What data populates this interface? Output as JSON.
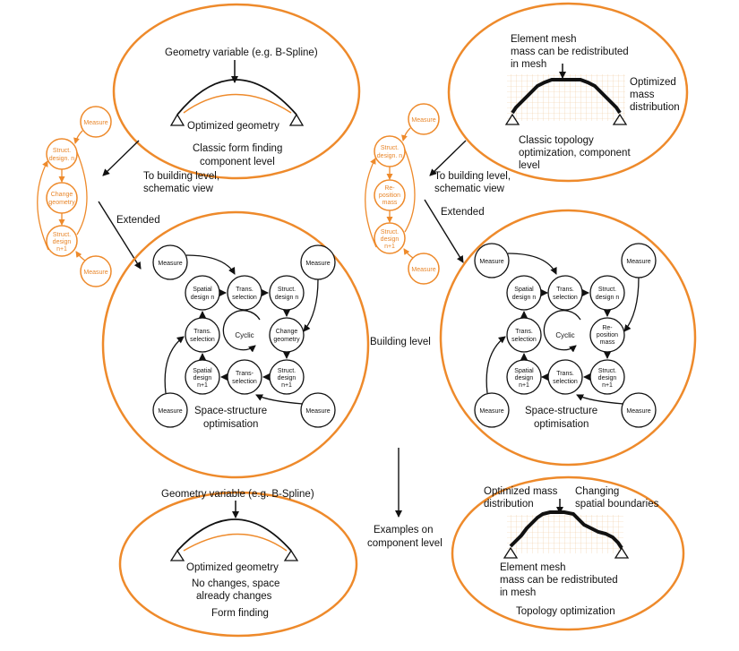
{
  "colors": {
    "accent": "#ee8a2b",
    "ink": "#111111",
    "grid": "#f0c9a0"
  },
  "shared": {
    "to_building_line1": "To building level,",
    "to_building_line2": "schematic view",
    "extended": "Extended",
    "building_level": "Building level",
    "examples_line1": "Examples on",
    "examples_line2": "component level"
  },
  "left": {
    "top_ellipse": {
      "geometry_variable": "Geometry variable (e.g. B-Spline)",
      "optimized_geometry": "Optimized geometry",
      "caption_line1": "Classic form finding",
      "caption_line2": "component level"
    },
    "orange_cycle": {
      "measure_top": "Measure",
      "struct_n_1": "Struct.",
      "struct_n_2": "design. n",
      "change_1": "Change",
      "change_2": "geometry",
      "struct_n1_1": "Struct.",
      "struct_n1_2": "design",
      "struct_n1_3": "n+1",
      "measure_bottom": "Measure"
    },
    "big_circle": {
      "measure_tl": "Measure",
      "measure_tr": "Measure",
      "measure_bl": "Measure",
      "measure_br": "Measure",
      "spatial_n_1": "Spatial",
      "spatial_n_2": "design n",
      "trans_top_1": "Trans.",
      "trans_top_2": "selection",
      "struct_n_1": "Struct.",
      "struct_n_2": "design n",
      "trans_left_1": "Trans.",
      "trans_left_2": "selection",
      "cyclic": "Cyclic",
      "change_1": "Change",
      "change_2": "geometry",
      "spatial_n1_1": "Spatial",
      "spatial_n1_2": "design",
      "spatial_n1_3": "n+1",
      "trans_bottom_1": "Trans-",
      "trans_bottom_2": "selection",
      "struct_n1_1": "Struct.",
      "struct_n1_2": "design",
      "struct_n1_3": "n+1",
      "caption_line1": "Space-structure",
      "caption_line2": "optimisation"
    },
    "bottom_ellipse": {
      "geometry_variable": "Geometry variable (e.g. B-Spline)",
      "optimized_geometry": "Optimized geometry",
      "note_line1": "No changes, space",
      "note_line2": "already changes",
      "caption": "Form finding"
    }
  },
  "right": {
    "top_ellipse": {
      "element_mesh_1": "Element mesh",
      "element_mesh_2": "mass can be redistributed",
      "element_mesh_3": "in mesh",
      "optimized_mass_1": "Optimized",
      "optimized_mass_2": "mass",
      "optimized_mass_3": "distribution",
      "caption_line1": "Classic topology",
      "caption_line2": "optimization, component",
      "caption_line3": "level"
    },
    "orange_cycle": {
      "measure_top": "Measure",
      "struct_n_1": "Struct.",
      "struct_n_2": "design. n",
      "repos_1": "Re-",
      "repos_2": "position",
      "repos_3": "mass",
      "struct_n1_1": "Struct.",
      "struct_n1_2": "design",
      "struct_n1_3": "n+1",
      "measure_bottom": "Measure"
    },
    "big_circle": {
      "measure_tl": "Measure",
      "measure_tr": "Measure",
      "measure_bl": "Measure",
      "measure_br": "Measure",
      "spatial_n_1": "Spatial",
      "spatial_n_2": "design n",
      "trans_top_1": "Trans.",
      "trans_top_2": "selection",
      "struct_n_1": "Struct.",
      "struct_n_2": "design n",
      "trans_left_1": "Trans.",
      "trans_left_2": "selection",
      "cyclic": "Cyclic",
      "repos_1": "Re-",
      "repos_2": "position",
      "repos_3": "mass",
      "spatial_n1_1": "Spatial",
      "spatial_n1_2": "design",
      "spatial_n1_3": "n+1",
      "trans_bottom_1": "Trans.",
      "trans_bottom_2": "selection",
      "struct_n1_1": "Struct.",
      "struct_n1_2": "design",
      "struct_n1_3": "n+1",
      "caption_line1": "Space-structure",
      "caption_line2": "optimisation"
    },
    "bottom_ellipse": {
      "optimized_mass_1": "Optimized mass",
      "optimized_mass_2": "distribution",
      "changing_1": "Changing",
      "changing_2": "spatial boundaries",
      "element_mesh_1": "Element mesh",
      "element_mesh_2": "mass can be redistributed",
      "element_mesh_3": "in mesh",
      "caption": "Topology optimization"
    }
  }
}
